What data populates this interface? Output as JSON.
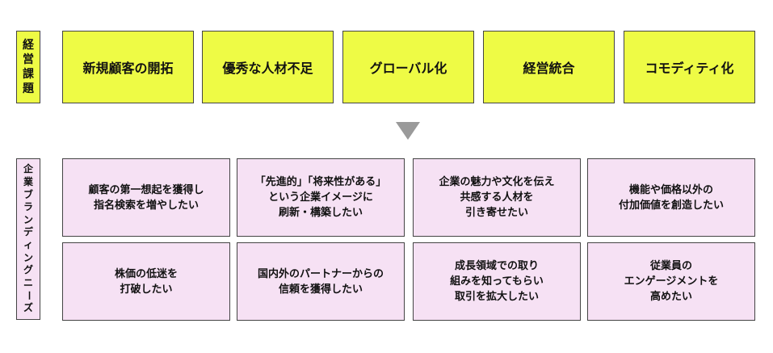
{
  "issues": {
    "label_chars": [
      "経",
      "営",
      "課",
      "題"
    ],
    "items": [
      "新規顧客の開拓",
      "優秀な人材不足",
      "グローバル化",
      "経営統合",
      "コモディティ化"
    ]
  },
  "needs": {
    "label_chars": [
      "企",
      "業",
      "ブ",
      "ラ",
      "ン",
      "デ",
      "ィ",
      "ン",
      "グ",
      "ニ",
      "ー",
      "ズ"
    ],
    "items": [
      "顧客の第一想起を獲得し\n指名検索を増やしたい",
      "「先進的」「将来性がある」\nという企業イメージに\n刷新・構築したい",
      "企業の魅力や文化を伝え\n共感する人材を\n引き寄せたい",
      "機能や価格以外の\n付加価値を創造したい",
      "株価の低迷を\n打破したい",
      "国内外のパートナーからの\n信頼を獲得したい",
      "成長領域での取り\n組みを知ってもらい\n取引を拡大したい",
      "従業員の\nエンゲージメントを\n高めたい"
    ]
  },
  "colors": {
    "issue_fill": "#eefb45",
    "need_fill": "#f6e1f4",
    "arrow": "#9a9a9a",
    "border": "#444444"
  }
}
